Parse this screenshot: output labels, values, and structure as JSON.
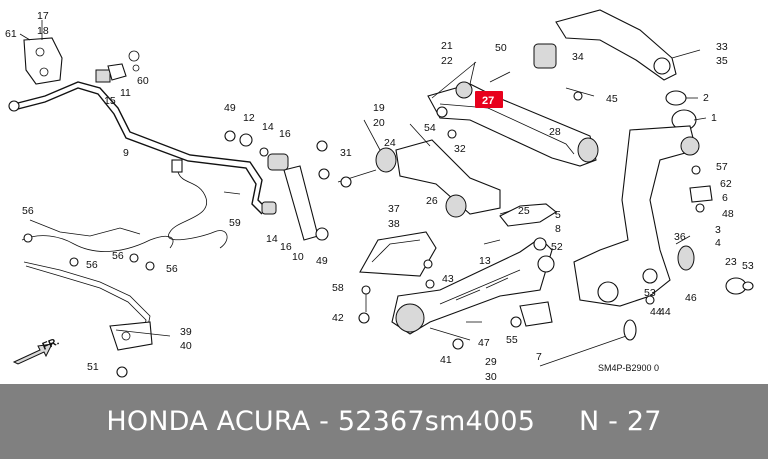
{
  "title": "HONDA ACURA - 52367sm4005     N - 27",
  "diagram_code": "SM4P-B2900 0",
  "direction_label": "FR.",
  "highlight": {
    "label": "27",
    "color": "#e8001c"
  },
  "part_labels": [
    "17",
    "18",
    "61",
    "60",
    "11",
    "15",
    "9",
    "49",
    "12",
    "14",
    "16",
    "19",
    "20",
    "21",
    "22",
    "50",
    "34",
    "33",
    "35",
    "45",
    "2",
    "1",
    "54",
    "24",
    "31",
    "32",
    "28",
    "57",
    "62",
    "6",
    "48",
    "3",
    "4",
    "36",
    "23",
    "53",
    "46",
    "44",
    "26",
    "25",
    "5",
    "8",
    "52",
    "37",
    "38",
    "59",
    "10",
    "56",
    "55",
    "13",
    "58",
    "43",
    "42",
    "41",
    "47",
    "29",
    "30",
    "39",
    "40",
    "51",
    "7"
  ]
}
